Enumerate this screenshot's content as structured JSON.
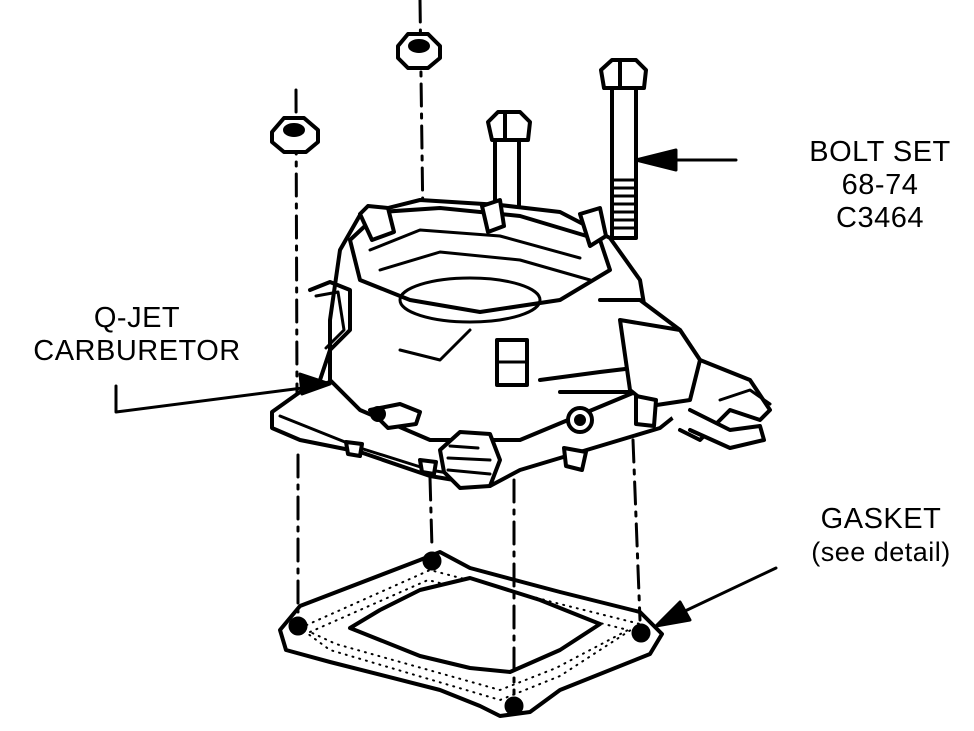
{
  "labels": {
    "bolt_set": {
      "line1": "BOLT SET",
      "line2": "68-74",
      "line3": "C3464"
    },
    "carburetor": {
      "line1": "Q-JET",
      "line2": "CARBURETOR"
    },
    "gasket": {
      "line1": "GASKET",
      "line2": "(see detail)"
    }
  },
  "colors": {
    "ink": "#000000",
    "paper": "#ffffff"
  }
}
